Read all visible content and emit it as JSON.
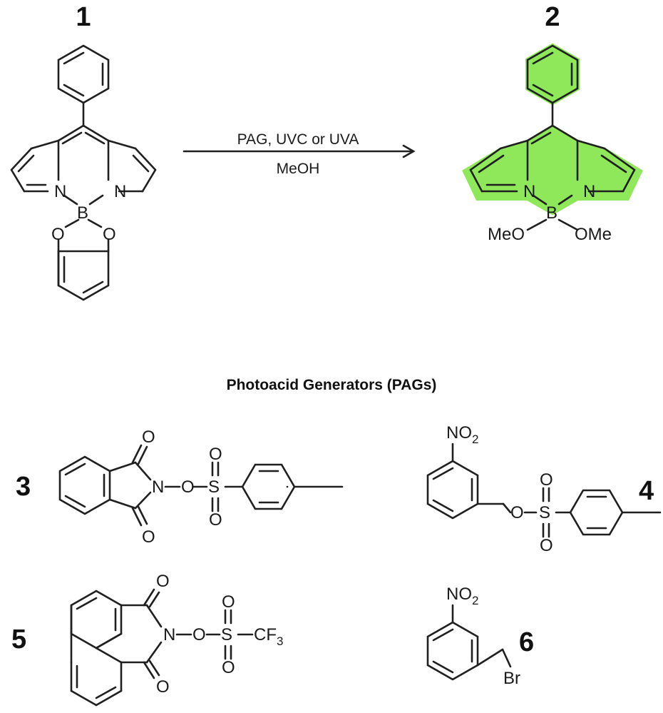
{
  "reaction": {
    "conditions_line1": "PAG, UVC or UVA",
    "conditions_line2": "MeOH",
    "highlight_color": "#8ee85a"
  },
  "compounds": {
    "c1": {
      "number": "1"
    },
    "c2": {
      "number": "2",
      "left_substituent": "MeO",
      "right_substituent": "OMe"
    },
    "c3": {
      "number": "3"
    },
    "c4": {
      "number": "4",
      "nitro_main": "NO",
      "nitro_sub": "2"
    },
    "c5": {
      "number": "5",
      "cf_main": "CF",
      "cf_sub": "3"
    },
    "c6": {
      "number": "6",
      "nitro_main": "NO",
      "nitro_sub": "2",
      "halogen": "Br"
    }
  },
  "pags_heading": "Photoacid Generators (PAGs)",
  "atoms": {
    "N": "N",
    "B": "B",
    "O": "O",
    "S": "S"
  }
}
